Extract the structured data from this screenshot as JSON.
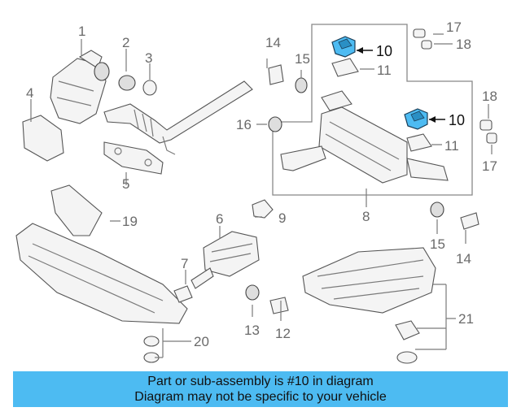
{
  "callouts": {
    "c1": "1",
    "c2": "2",
    "c3": "3",
    "c4": "4",
    "c5": "5",
    "c6": "6",
    "c7": "7",
    "c8": "8",
    "c9": "9",
    "c10a": "10",
    "c10b": "10",
    "c11a": "11",
    "c11b": "11",
    "c12": "12",
    "c13": "13",
    "c14a": "14",
    "c14b": "14",
    "c15a": "15",
    "c15b": "15",
    "c16": "16",
    "c17a": "17",
    "c17b": "17",
    "c18a": "18",
    "c18b": "18",
    "c19": "19",
    "c20": "20",
    "c21": "21"
  },
  "highlight": {
    "part_number": "10",
    "color": "#4dbbf2"
  },
  "banner": {
    "line1": "Part or sub-assembly is #10 in diagram",
    "line2": "Diagram may not be specific to your vehicle",
    "background": "#4dbbf2"
  }
}
